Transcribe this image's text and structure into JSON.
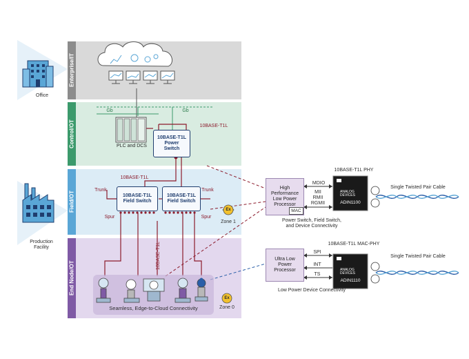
{
  "side_labels": {
    "office": "Office",
    "production": "Production\nFacility"
  },
  "bands": {
    "enterprise": "Enterprise/IT",
    "control": "Control/OT",
    "field": "Field/OT",
    "endnode": "End Node/OT"
  },
  "control": {
    "plc_label": "PLC and DCS",
    "gb_left": "Gb",
    "gb_right": "Gb",
    "t1l_label": "10BASE-T1L",
    "power_switch": "10BASE-T1L\nPower\nSwitch"
  },
  "field": {
    "t1l_label": "10BASE-T1L",
    "field_switch_1": "10BASE-T1L\nField Switch",
    "field_switch_2": "10BASE-T1L\nField Switch",
    "trunk_left": "Trunk",
    "trunk_right": "Trunk",
    "spur_left": "Spur",
    "spur_right": "Spur",
    "zone1": "Zone 1",
    "ex_symbol": "Ex"
  },
  "endnode": {
    "vertical_t1l": "10BASE-T1L",
    "caption": "Seamless, Edge-to-Cloud Connectivity",
    "zone0": "Zone 0",
    "ex_symbol": "Ex"
  },
  "phy_top": {
    "title": "10BASE-T1L PHY",
    "processor": "High\nPerformance\nLow Power\nProcessor",
    "mac": "MAC",
    "mdio": "MDIO",
    "mii": "MII\nRMII\nRGMII",
    "chip_brand": "ANALOG\nDEVICES",
    "chip_name": "ADIN1100",
    "cable": "Single Twisted Pair Cable",
    "caption": "Power Switch, Field Switch,\nand Device Connectivity"
  },
  "phy_bottom": {
    "title": "10BASE-T1L MAC-PHY",
    "processor": "Ultra Low\nPower\nProcessor",
    "spi": "SPI",
    "int": "INT",
    "ts": "TS",
    "chip_brand": "ANALOG\nDEVICES",
    "chip_name": "ADIN1110",
    "cable": "Single Twisted Pair Cable",
    "caption": "Low Power Device Connectivity"
  },
  "colors": {
    "enterprise_band": "#d9d9d9",
    "enterprise_strip": "#8c8c8c",
    "control_band": "#d9ece1",
    "control_strip": "#3c9a6c",
    "field_band": "#dcecf6",
    "field_strip": "#5aa6d6",
    "endnode_band": "#e3d8ee",
    "endnode_strip": "#7f5aa5",
    "dark_red": "#8b1a2b",
    "navy": "#1f3d6e",
    "cable_blue": "#2a5ea8"
  }
}
